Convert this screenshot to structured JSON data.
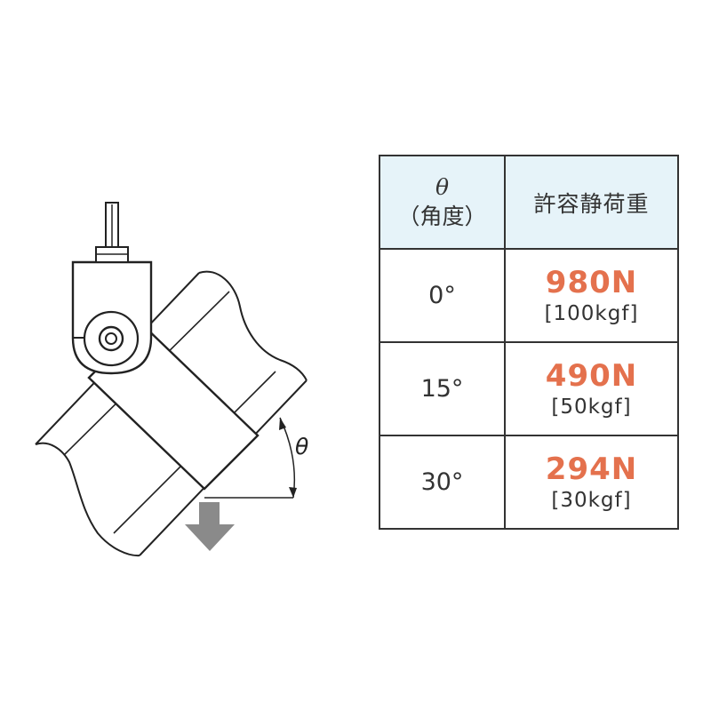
{
  "diagram": {
    "angle_symbol": "θ",
    "arrow_color": "#8a8a8a"
  },
  "table": {
    "header": {
      "angle_symbol": "θ",
      "angle_label": "（角度）",
      "load_label": "許容静荷重"
    },
    "rows": [
      {
        "angle": "0°",
        "load_n": "980N",
        "load_kgf": "[100kgf]"
      },
      {
        "angle": "15°",
        "load_n": "490N",
        "load_kgf": "[50kgf]"
      },
      {
        "angle": "30°",
        "load_n": "294N",
        "load_kgf": "[30kgf]"
      }
    ],
    "header_bg": "#e6f3f9",
    "highlight_color": "#e4714d"
  }
}
